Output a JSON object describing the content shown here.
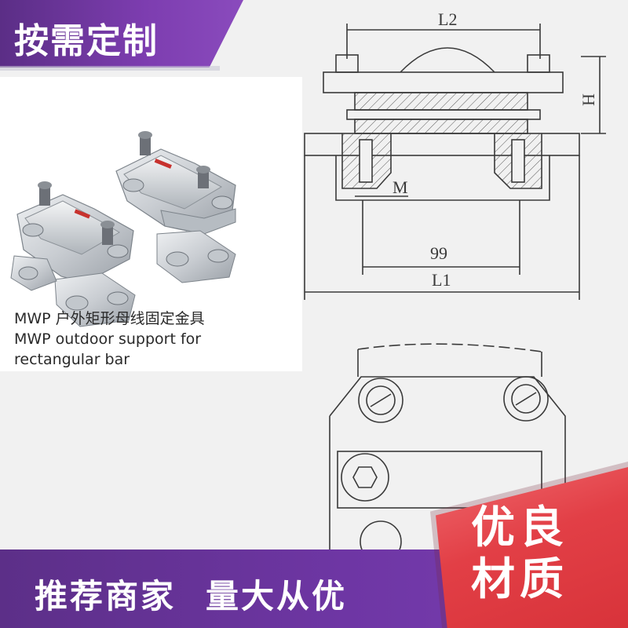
{
  "tag": {
    "label": "按需定制"
  },
  "photo": {
    "caption_line1": "MWP 户外矩形母线固定金具",
    "caption_line2": "MWP outdoor support for",
    "caption_line3": "rectangular bar"
  },
  "drawing": {
    "dim_l2": "L2",
    "dim_h": "H",
    "dim_m": "M",
    "dim_99": "99",
    "dim_l1": "L1"
  },
  "footer": {
    "slogan_left": "推荐商家",
    "slogan_right": "量大从优"
  },
  "badge": {
    "line1": "优良",
    "line2": "材质"
  },
  "colors": {
    "purple": "#6e36a4",
    "red": "#e23f46",
    "line": "#3a3a3a"
  }
}
